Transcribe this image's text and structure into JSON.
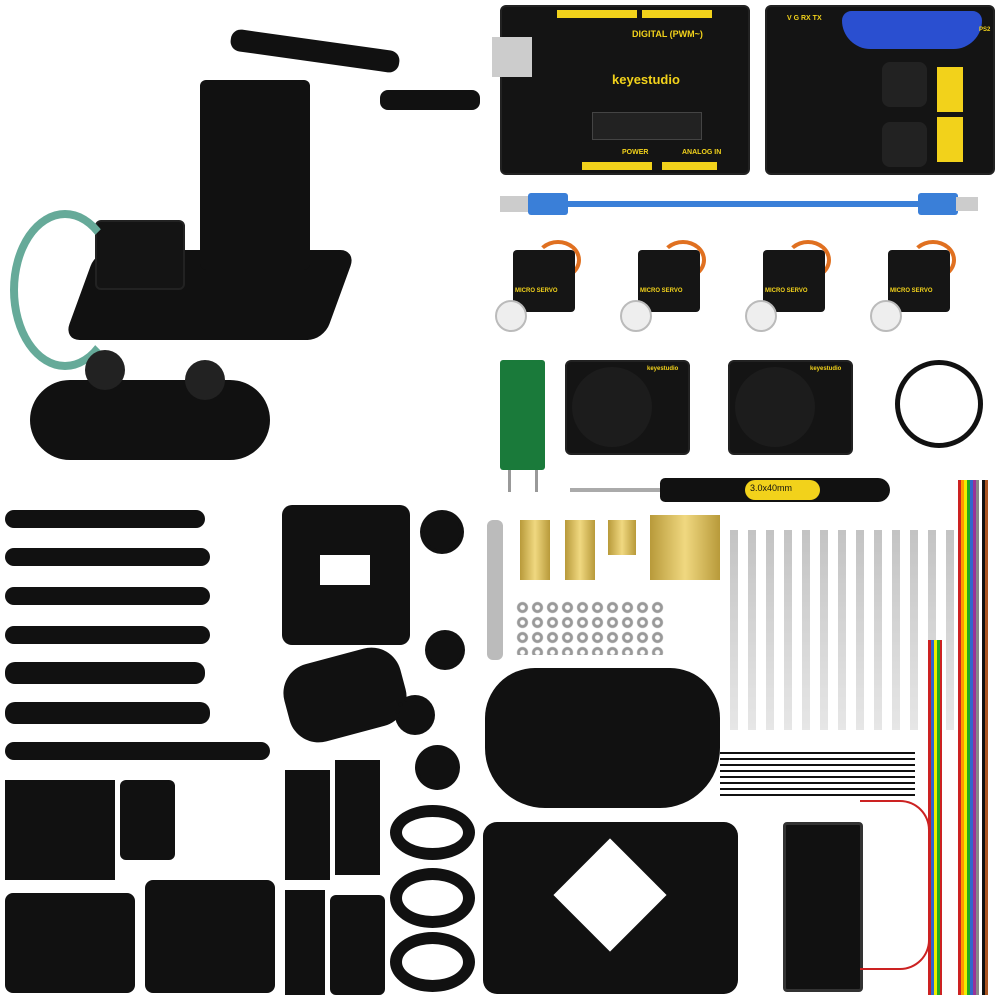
{
  "board": {
    "brand": "keyestudio",
    "digital_label": "DIGITAL (PWM~)",
    "power_label": "POWER",
    "analog_label": "ANALOG IN"
  },
  "shield": {
    "pins_label": "V G RX TX",
    "ps2_label": "PS2"
  },
  "servos": [
    {
      "label": "MICRO SERVO"
    },
    {
      "label": "MICRO SERVO"
    },
    {
      "label": "MICRO SERVO"
    },
    {
      "label": "MICRO SERVO"
    }
  ],
  "joystick_modules": [
    {
      "brand": "keyestudio"
    },
    {
      "brand": "keyestudio"
    }
  ],
  "screwdriver": {
    "size": "3.0x40mm"
  },
  "colors": {
    "pcb": "#141414",
    "header": "#f2d21b",
    "usb_cable": "#3a7fd8",
    "acrylic": "#111111"
  }
}
